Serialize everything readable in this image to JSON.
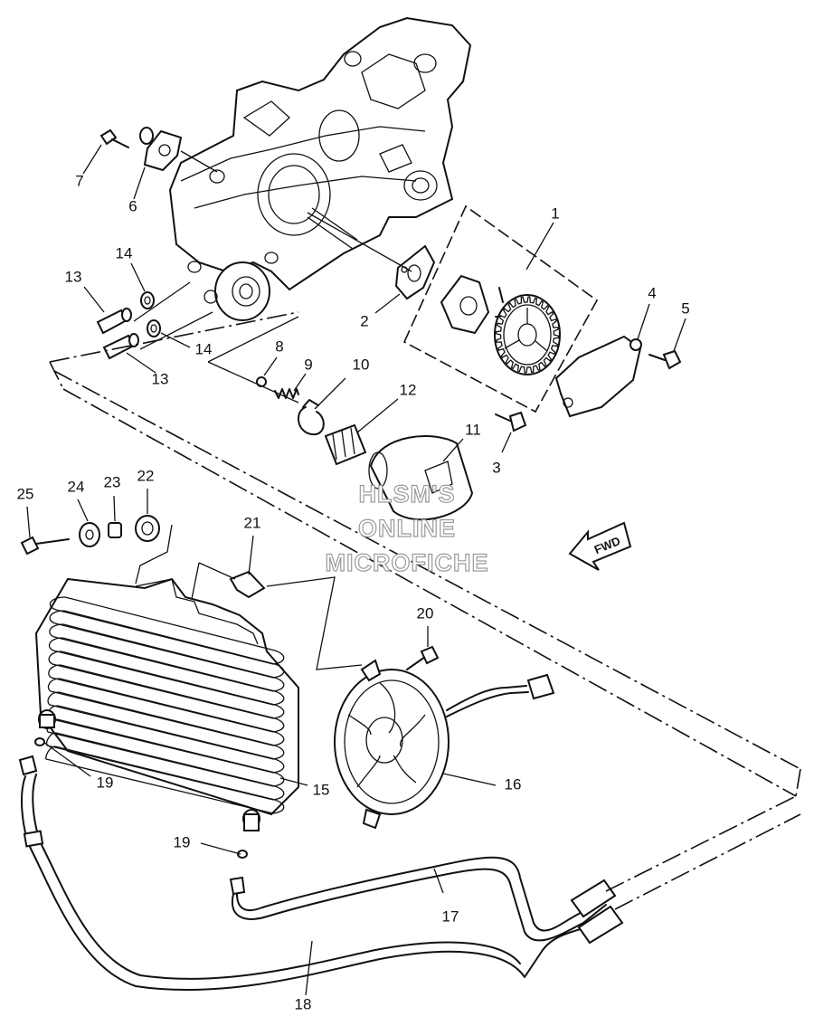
{
  "watermark": [
    "HLSM'S",
    "ONLINE",
    "MICROFICHE"
  ],
  "direction_label": "FWD",
  "callouts": [
    "1",
    "2",
    "3",
    "4",
    "5",
    "6",
    "7",
    "8",
    "9",
    "10",
    "11",
    "12",
    "13",
    "13",
    "14",
    "14",
    "15",
    "16",
    "17",
    "18",
    "19",
    "19",
    "20",
    "21",
    "22",
    "23",
    "24",
    "25"
  ],
  "colors": {
    "line": "#111111",
    "watermark_outline": "#9a9a9a",
    "background": "#ffffff"
  }
}
